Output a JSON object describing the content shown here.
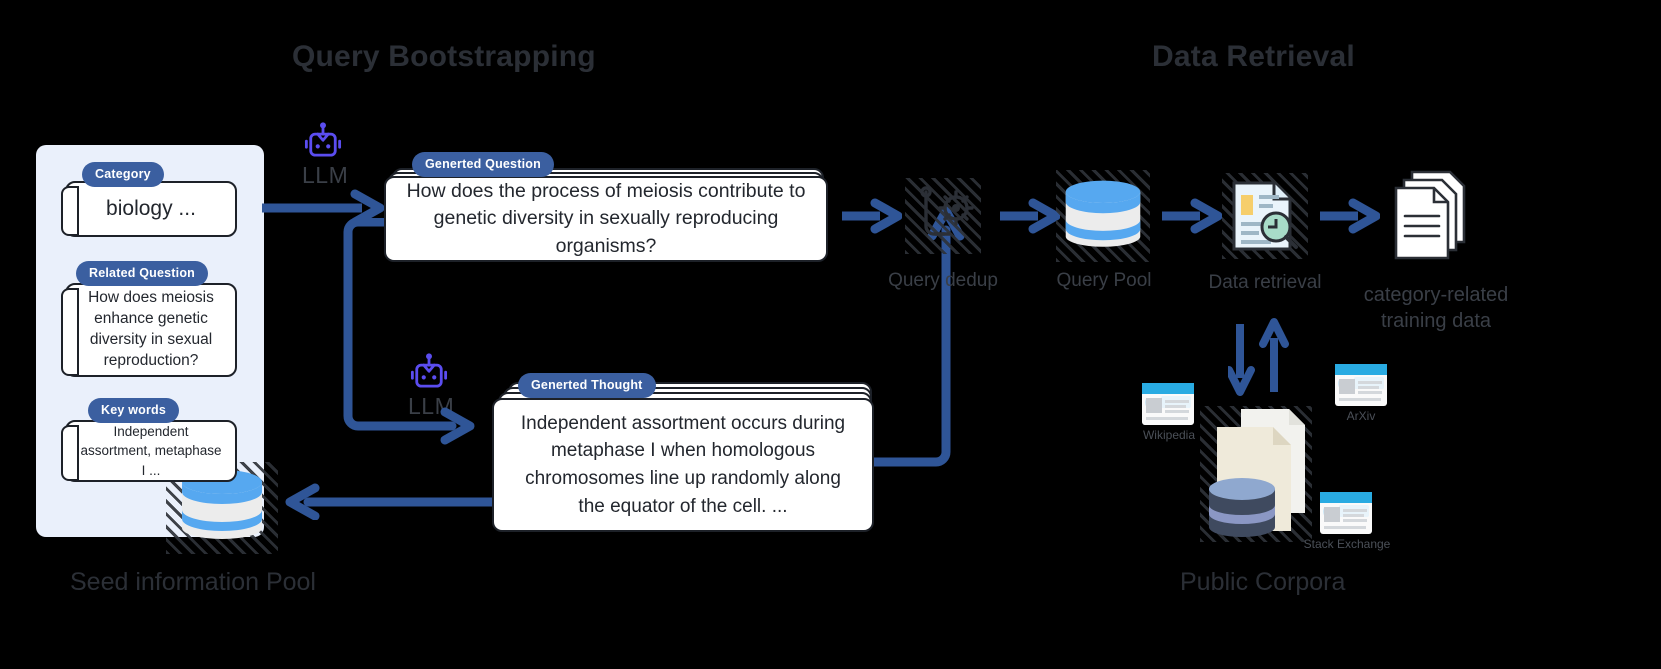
{
  "sections": {
    "left_title": "Query Bootstrapping",
    "right_title": "Data Retrieval"
  },
  "seed_pool": {
    "label": "Seed information Pool",
    "items": [
      {
        "tag": "Category",
        "text": "biology ..."
      },
      {
        "tag": "Related Question",
        "text": "How does meiosis enhance genetic diversity in sexual reproduction?"
      },
      {
        "tag": "Key words",
        "text": "Independent assortment, metaphase I ..."
      }
    ]
  },
  "bootstrapping": {
    "llm_top_label": "LLM",
    "llm_bottom_label": "LLM",
    "question": {
      "tag": "Generted Question",
      "text": "How does the process of meiosis contribute to genetic diversity in sexually reproducing organisms?"
    },
    "thought": {
      "tag": "Generted Thought",
      "text": "Independent assortment occurs during metaphase I when homologous chromosomes line up randomly along the equator of the cell. ..."
    }
  },
  "retrieval": {
    "nodes": [
      {
        "name": "query-dedup",
        "label": "Query dedup"
      },
      {
        "name": "query-pool",
        "label": "Query Pool"
      },
      {
        "name": "data-retrieval",
        "label": "Data retrieval"
      }
    ],
    "output_label_line1": "category-related",
    "output_label_line2": "training data"
  },
  "corpora": {
    "label": "Public Corpora",
    "sources": [
      {
        "name": "wikipedia",
        "label": "Wikipedia"
      },
      {
        "name": "arxiv",
        "label": "ArXiv"
      },
      {
        "name": "stack-exchange",
        "label": "Stack Exchange"
      }
    ]
  },
  "colors": {
    "arrow_blue": "#2f5597",
    "tag_blue": "#3b5fa0",
    "llm_purple": "#5b4df0",
    "panel_bg": "#eaf0fb",
    "db_blue": "#56a8f0",
    "text_dark": "#2b2f36"
  }
}
